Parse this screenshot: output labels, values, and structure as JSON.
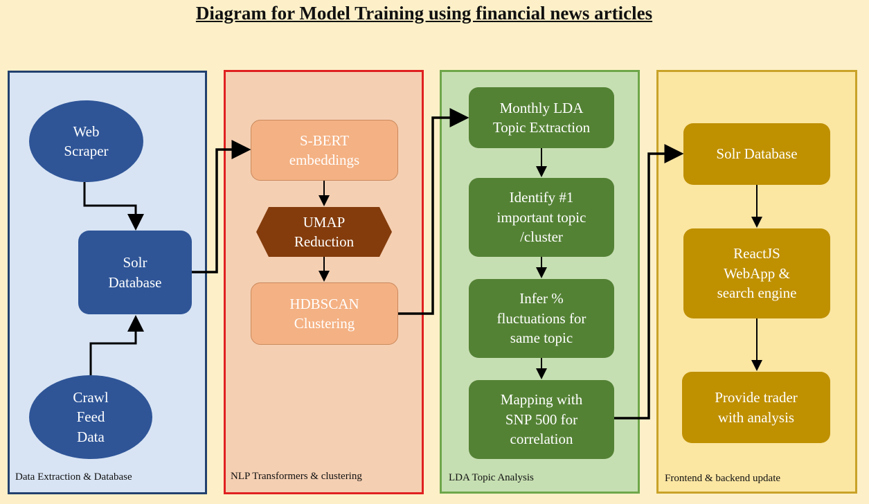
{
  "title": "Diagram for Model Training using financial news articles",
  "panels": {
    "data_extraction": {
      "label": "Data Extraction  & Database",
      "web_scraper": "Web\nScraper",
      "solr_database": "Solr\nDatabase",
      "crawl_feed": "Crawl\nFeed\nData"
    },
    "nlp": {
      "label": "NLP Transformers  & clustering",
      "sbert": "S-BERT\nembeddings",
      "umap": "UMAP\nReduction",
      "hdbscan": "HDBSCAN\nClustering"
    },
    "lda": {
      "label": "LDA Topic Analysis",
      "monthly_lda": "Monthly LDA\nTopic Extraction",
      "identify_topic": "Identify #1\nimportant topic\n/cluster",
      "infer_fluctuations": "Infer %\nfluctuations for\nsame topic",
      "mapping_snp": "Mapping with\nSNP 500 for\ncorrelation"
    },
    "frontend": {
      "label": "Frontend & backend update",
      "solr_database": "Solr Database",
      "reactjs": "ReactJS\nWebApp  &\nsearch engine",
      "provide_trader": "Provide trader\nwith analysis"
    }
  },
  "colors": {
    "navy": "#2f5597",
    "peach": "#f4b183",
    "brown": "#843c0c",
    "green": "#548235",
    "gold": "#bf9000",
    "page_background": "#fdf0c8"
  }
}
